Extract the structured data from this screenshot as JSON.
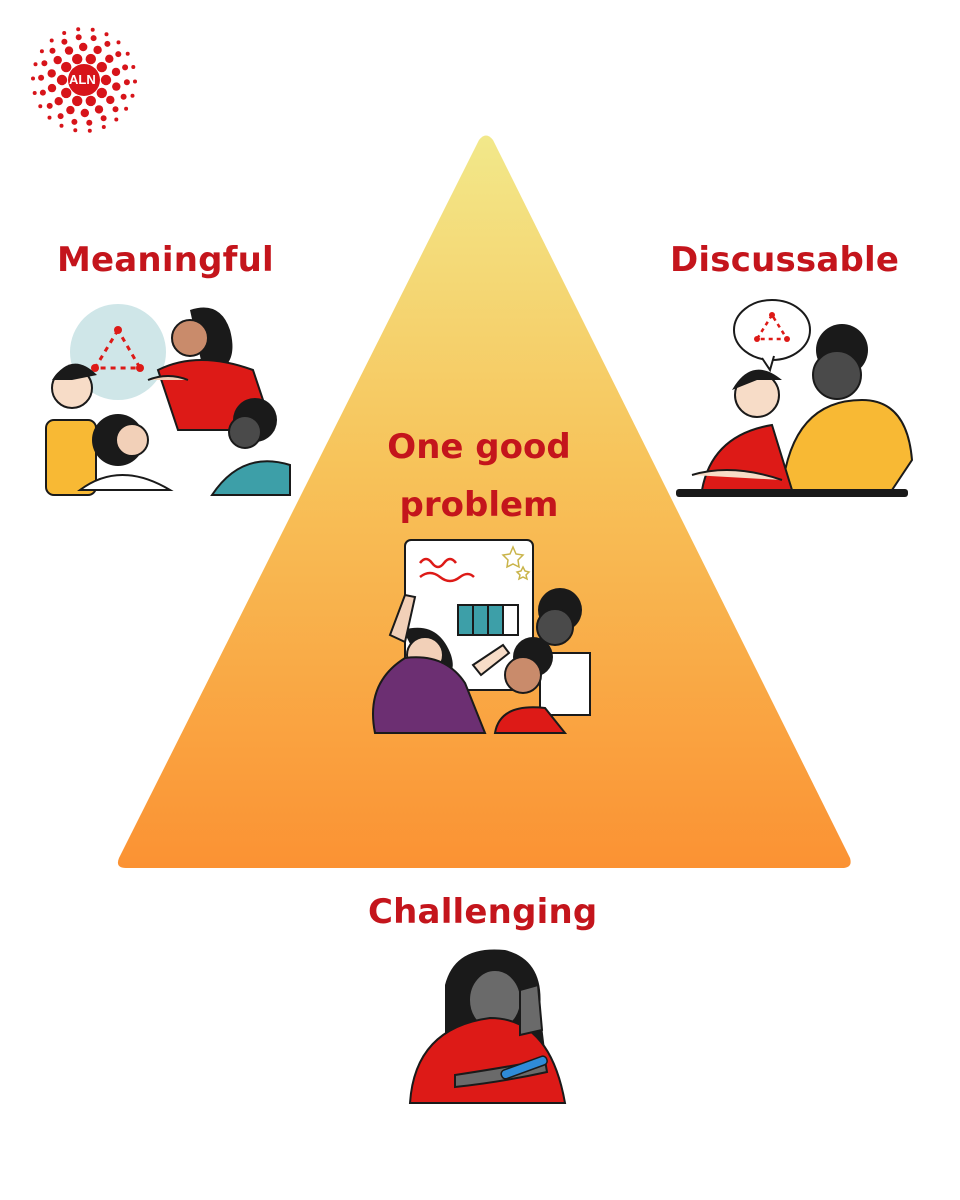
{
  "logo": {
    "text": "ALN",
    "color": "#d7141a"
  },
  "apex_label": "One good problem",
  "apex_label_lines": [
    "One good",
    "problem"
  ],
  "left_label": "Meaningful",
  "right_label": "Discussable",
  "bottom_label": "Challenging",
  "colors": {
    "label": "#c4151c",
    "triangle_top": "#f2e88a",
    "triangle_bottom": "#fb9233",
    "accent_red": "#dd1a17",
    "accent_yellow": "#f8b934",
    "accent_teal": "#3d9fa8",
    "accent_purple": "#6c2f72"
  },
  "illustrations": {
    "meaningful": "group-collaboration-illustration",
    "discussable": "adult-student-conversation-illustration",
    "center": "team-working-on-problem-illustration",
    "challenging": "student-thinking-illustration"
  }
}
